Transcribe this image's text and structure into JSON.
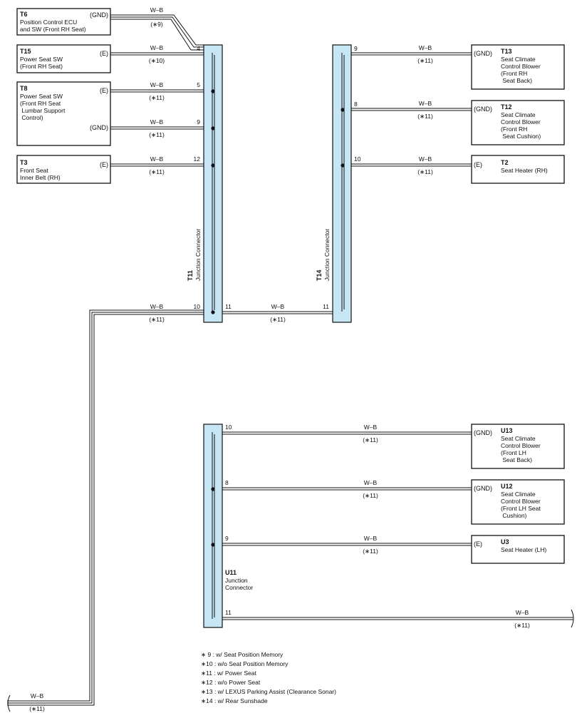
{
  "colors": {
    "connector_fill": "#c6e5f5",
    "stroke": "#111111",
    "background": "#ffffff"
  },
  "wire_color": "W–B",
  "components": {
    "t6": {
      "code": "T6",
      "name_lines": [
        "Position Control ECU",
        "and SW (Front RH Seat)"
      ],
      "terminal": "(GND)"
    },
    "t15": {
      "code": "T15",
      "name_lines": [
        "Power Seat SW",
        "(Front RH Seat)"
      ],
      "terminal": "(E)"
    },
    "t8": {
      "code": "T8",
      "name_lines": [
        "Power Seat SW",
        "(Front RH Seat",
        " Lumbar Support",
        " Control)"
      ],
      "terminals": [
        "(E)",
        "(GND)"
      ]
    },
    "t3": {
      "code": "T3",
      "name_lines": [
        "Front Seat",
        "Inner Belt (RH)"
      ],
      "terminal": "(E)"
    },
    "t13": {
      "code": "T13",
      "name_lines": [
        "Seat Climate",
        "Control Blower",
        "(Front RH",
        " Seat Back)"
      ],
      "terminal": "(GND)"
    },
    "t12": {
      "code": "T12",
      "name_lines": [
        "Seat Climate",
        "Control Blower",
        "(Front RH",
        " Seat Cushion)"
      ],
      "terminal": "(GND)"
    },
    "t2": {
      "code": "T2",
      "name_lines": [
        "Seat Heater (RH)"
      ],
      "terminal": "(E)"
    },
    "u13": {
      "code": "U13",
      "name_lines": [
        "Seat Climate",
        "Control Blower",
        "(Front LH",
        " Seat Back)"
      ],
      "terminal": "(GND)"
    },
    "u12": {
      "code": "U12",
      "name_lines": [
        "Seat Climate",
        "Control Blower",
        "(Front LH Seat",
        " Cushion)"
      ],
      "terminal": "(GND)"
    },
    "u3": {
      "code": "U3",
      "name_lines": [
        "Seat Heater (LH)"
      ],
      "terminal": "(E)"
    }
  },
  "junctions": {
    "t11": {
      "code": "T11",
      "name": "Junction Connector"
    },
    "t14": {
      "code": "T14",
      "name": "Junction Connector"
    },
    "u11": {
      "code": "U11",
      "name_lines": [
        "Junction",
        "Connector"
      ]
    }
  },
  "pins": {
    "t11": [
      "4",
      "5",
      "9",
      "12",
      "10",
      "11"
    ],
    "t14": [
      "9",
      "8",
      "10",
      "11"
    ],
    "u11": [
      "10",
      "8",
      "9",
      "11"
    ]
  },
  "wire_notes": {
    "t6": "(∗9)",
    "t15": "(∗10)",
    "t8_e": "(∗11)",
    "t8_gnd": "(∗11)",
    "t3": "(∗11)",
    "t11_left": "(∗11)",
    "t11_t14": "(∗11)",
    "t13": "(∗11)",
    "t12": "(∗11)",
    "t2": "(∗11)",
    "u13": "(∗11)",
    "u12": "(∗11)",
    "u3": "(∗11)",
    "u11_out": "(∗11)",
    "bottom_left": "(∗11)"
  },
  "notes": [
    "∗ 9 : w/ Seat Position Memory",
    "∗10 : w/o Seat Position Memory",
    "∗11 : w/ Power Seat",
    "∗12 : w/o Power Seat",
    "∗13 : w/ LEXUS Parking Assist (Clearance Sonar)",
    "∗14 : w/ Rear Sunshade"
  ]
}
